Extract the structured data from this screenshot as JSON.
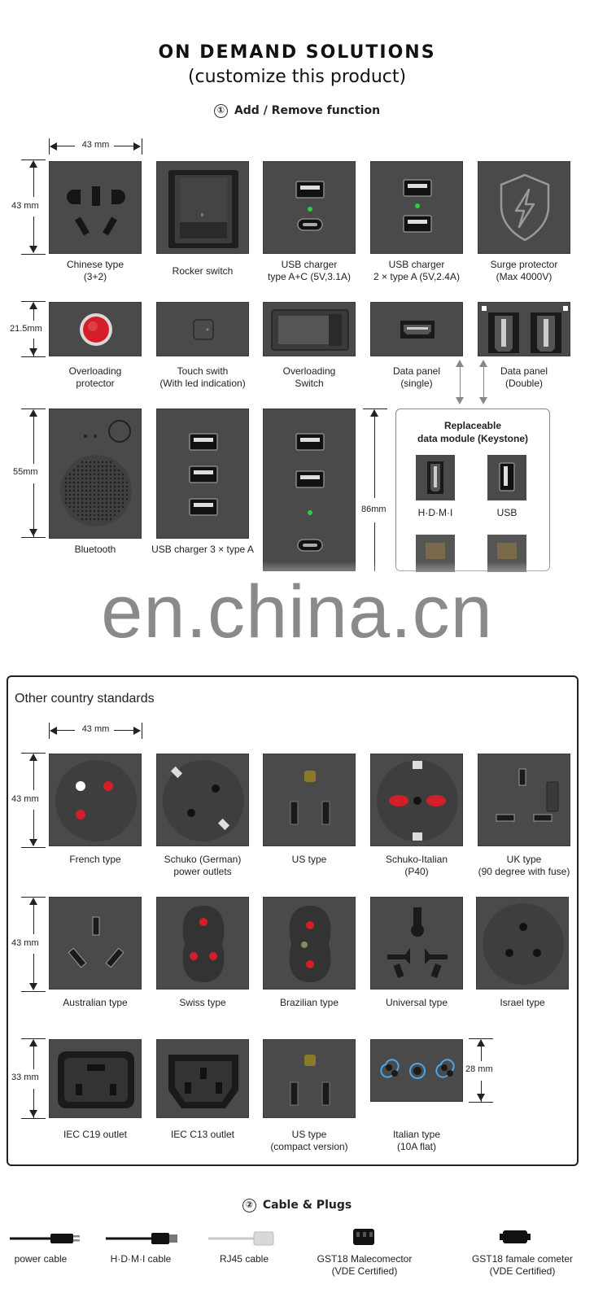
{
  "header": {
    "title": "ON DEMAND SOLUTIONS",
    "subtitle": "(customize this product)"
  },
  "section1": {
    "num": "①",
    "label": "Add / Remove function"
  },
  "section2": {
    "num": "②",
    "label": "Cable & Plugs"
  },
  "dims": {
    "w43": "43 mm",
    "h43": "43 mm",
    "h215": "21.5mm",
    "h55": "55mm",
    "h86": "86mm",
    "w43b": "43 mm",
    "h43b": "43 mm",
    "h43c": "43 mm",
    "h33": "33 mm",
    "h28": "28 mm"
  },
  "row1": [
    {
      "line1": "Chinese type",
      "line2": "(3+2)"
    },
    {
      "line1": "Rocker switch",
      "line2": ""
    },
    {
      "line1": "USB charger",
      "line2": "type A+C (5V,3.1A)"
    },
    {
      "line1": "USB charger",
      "line2": "2 × type A (5V,2.4A)"
    },
    {
      "line1": "Surge protector",
      "line2": "(Max 4000V)"
    }
  ],
  "row2": [
    {
      "line1": "Overloading",
      "line2": "protector"
    },
    {
      "line1": "Touch swith",
      "line2": "(With led indication)"
    },
    {
      "line1": "Overloading",
      "line2": "Switch"
    },
    {
      "line1": "Data panel",
      "line2": "(single)"
    },
    {
      "line1": "Data panel",
      "line2": "(Double)"
    }
  ],
  "row3": [
    {
      "line1": "Bluetooth"
    },
    {
      "line1": "USB charger 3 × type A"
    }
  ],
  "keystone": {
    "title1": "Replaceable",
    "title2": "data module (Keystone)",
    "hdmi": "H·D·M·I",
    "usb": "USB"
  },
  "watermark": "en.china.cn",
  "other": {
    "title": "Other country standards",
    "row1": [
      {
        "line1": "French type",
        "line2": ""
      },
      {
        "line1": "Schuko (German)",
        "line2": "power outlets"
      },
      {
        "line1": "US type",
        "line2": ""
      },
      {
        "line1": "Schuko-Italian",
        "line2": "(P40)"
      },
      {
        "line1": "UK type",
        "line2": "(90 degree with fuse)"
      }
    ],
    "row2": [
      {
        "line1": "Australian type"
      },
      {
        "line1": "Swiss type"
      },
      {
        "line1": "Brazilian type"
      },
      {
        "line1": "Universal type"
      },
      {
        "line1": "Israel type"
      }
    ],
    "row3": [
      {
        "line1": "IEC C19 outlet",
        "line2": ""
      },
      {
        "line1": "IEC C13 outlet",
        "line2": ""
      },
      {
        "line1": "US type",
        "line2": "(compact version)"
      },
      {
        "line1": "Italian type",
        "line2": "(10A flat)"
      }
    ]
  },
  "cables": [
    {
      "line1": "power cable",
      "line2": ""
    },
    {
      "line1": "H·D·M·I cable",
      "line2": ""
    },
    {
      "line1": "RJ45 cable",
      "line2": ""
    },
    {
      "line1": "GST18 Malecomector",
      "line2": "(VDE Certified)"
    },
    {
      "line1": "GST18 famale cometer",
      "line2": "(VDE Certified)"
    }
  ],
  "colors": {
    "tile": "#4a4a4a",
    "led_green": "#2ecc40",
    "red": "#d41f2a",
    "blue_glow": "#4aa6e8"
  }
}
